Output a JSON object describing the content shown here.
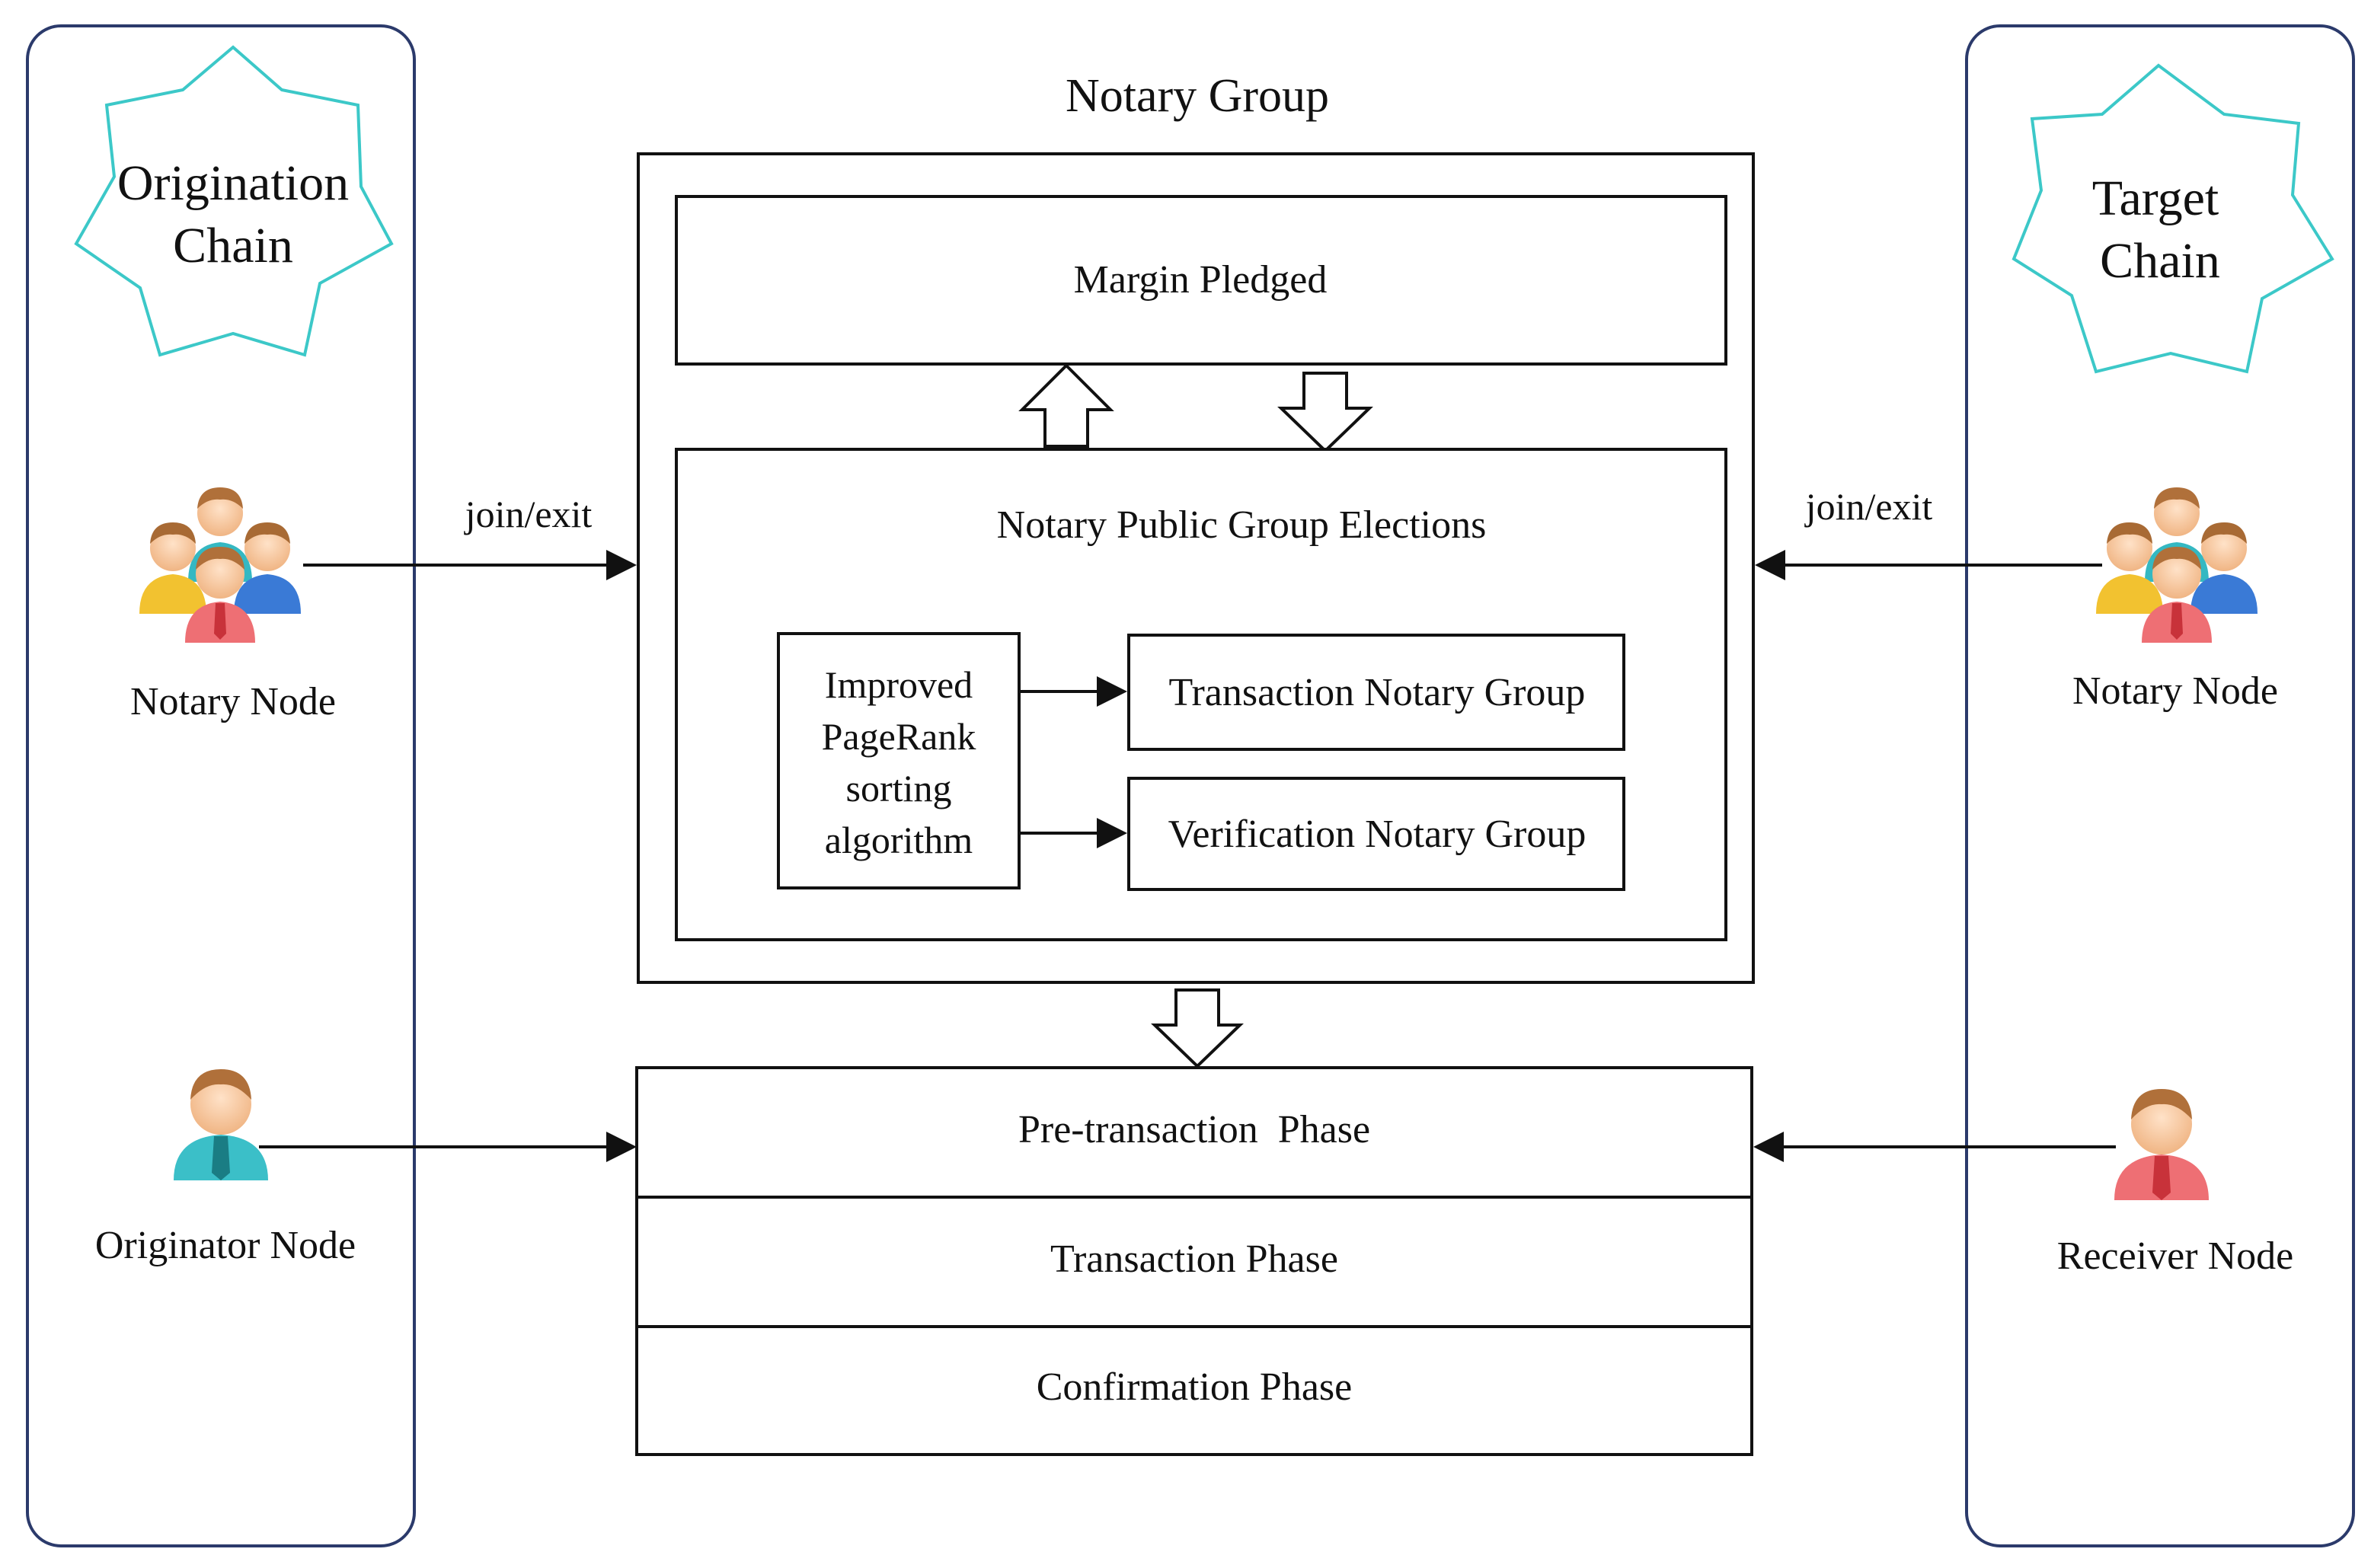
{
  "title": "Notary Group",
  "left_panel": {
    "chain_label_line1": "Origination",
    "chain_label_line2": "Chain",
    "notary_node_label": "Notary Node",
    "originator_node_label": "Originator Node",
    "join_exit_label": "join/exit"
  },
  "right_panel": {
    "chain_label_line1": "Target",
    "chain_label_line2": "Chain",
    "notary_node_label": "Notary Node",
    "receiver_node_label": "Receiver Node",
    "join_exit_label": "join/exit"
  },
  "notary_group": {
    "margin_pledged": "Margin Pledged",
    "elections_title": "Notary Public Group Elections",
    "algorithm_line1": "Improved",
    "algorithm_line2": "PageRank",
    "algorithm_line3": "sorting",
    "algorithm_line4": "algorithm",
    "transaction_notary_group": "Transaction Notary Group",
    "verification_notary_group": "Verification Notary Group"
  },
  "phases": {
    "pre_transaction": "Pre-transaction  Phase",
    "transaction": "Transaction Phase",
    "confirmation": "Confirmation Phase"
  },
  "colors": {
    "star_outline": "#3cc8c8",
    "panel_border": "#2b3a6b",
    "line": "#111111"
  }
}
